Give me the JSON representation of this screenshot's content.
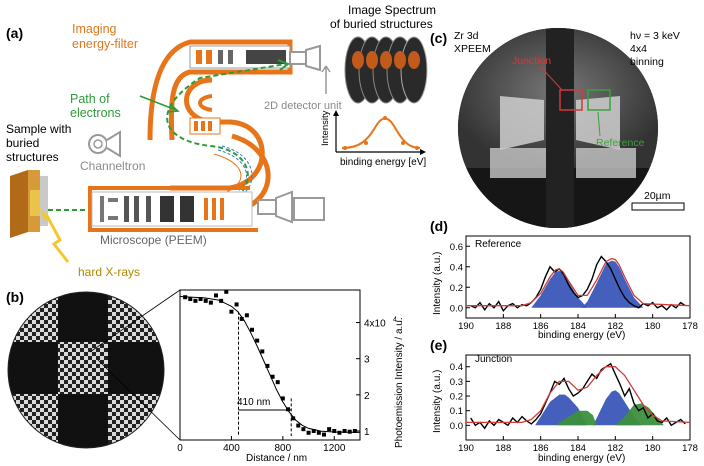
{
  "panel_a": {
    "label": "(a)",
    "imaging_filter": [
      "Imaging",
      "energy-filter"
    ],
    "image_spectrum": [
      "Image Spectrum",
      "of buried structures"
    ],
    "path_electrons": [
      "Path of",
      "electrons"
    ],
    "detector": "2D detector unit",
    "sample": [
      "Sample with",
      "buried",
      "structures"
    ],
    "channeltron": "Channeltron",
    "microscope": "Microscope (PEEM)",
    "xrays": "hard X-rays",
    "inset_ylabel": "Intensity",
    "inset_xlabel": "binding energy [eV]",
    "colors": {
      "analyzer": "#e8741a",
      "electron_path": "#2f9a3a",
      "xray": "#f2c832"
    }
  },
  "panel_b": {
    "label": "(b)",
    "annotation": "410 nm",
    "chart_data": {
      "type": "scatter",
      "xlabel": "Distance / nm",
      "ylabel": "Photoemission Intensity / a.u.",
      "xlim": [
        0,
        1400
      ],
      "ylim": [
        0.75,
        4.9
      ],
      "xticks": [
        "0",
        "400",
        "800",
        "1200"
      ],
      "yticks": [
        "1",
        "2",
        "3",
        "4x10"
      ],
      "ytick_exponent": "4",
      "x": [
        40,
        80,
        120,
        160,
        200,
        240,
        280,
        320,
        360,
        400,
        440,
        480,
        520,
        560,
        600,
        640,
        680,
        720,
        760,
        800,
        840,
        880,
        920,
        960,
        1000,
        1040,
        1080,
        1120,
        1160,
        1200,
        1240,
        1280,
        1320,
        1360
      ],
      "y": [
        4.7,
        4.65,
        4.6,
        4.65,
        4.6,
        4.55,
        4.75,
        4.6,
        4.85,
        4.3,
        4.5,
        4.1,
        4.2,
        3.8,
        3.5,
        3.2,
        2.8,
        2.5,
        2.35,
        1.9,
        1.6,
        1.35,
        1.15,
        1.05,
        0.95,
        1.0,
        0.95,
        0.9,
        1.05,
        1.0,
        0.95,
        1.0,
        0.98,
        1.0
      ],
      "fit_x": [
        0,
        200,
        300,
        400,
        450,
        500,
        550,
        600,
        650,
        700,
        750,
        800,
        850,
        900,
        950,
        1000,
        1100,
        1200,
        1400
      ],
      "fit_y": [
        4.72,
        4.68,
        4.62,
        4.45,
        4.3,
        4.05,
        3.72,
        3.35,
        2.95,
        2.55,
        2.15,
        1.8,
        1.52,
        1.3,
        1.16,
        1.07,
        0.99,
        0.97,
        0.96
      ],
      "bracket": [
        455,
        865
      ]
    }
  },
  "panel_c": {
    "label": "(c)",
    "left": [
      "Zr 3d",
      "XPEEM"
    ],
    "right": [
      "hν = 3 keV",
      "4x4",
      "binning"
    ],
    "junction": "Junction",
    "reference": "Reference",
    "scalebar": "20µm"
  },
  "panel_d": {
    "label": "(d)",
    "chart_data": {
      "type": "line",
      "title": "Reference",
      "xlabel": "binding energy (eV)",
      "ylabel": "Intensity (a.u.)",
      "xlim": [
        190,
        178
      ],
      "ylim": [
        -0.1,
        0.7
      ],
      "xticks": [
        "190",
        "188",
        "186",
        "184",
        "182",
        "180",
        "178"
      ],
      "yticks": [
        "0.0",
        "0.2",
        "0.4",
        "0.6"
      ],
      "series": [
        {
          "x": [
            189.75,
            189.5,
            189.25,
            189,
            188.75,
            188.5,
            188.25,
            188,
            187.75,
            187.5,
            187.25,
            187,
            186.75,
            186.5,
            186.25,
            186,
            185.75,
            185.5,
            185.25,
            185,
            184.75,
            184.5,
            184.25,
            184,
            183.75,
            183.5,
            183.25,
            183,
            182.75,
            182.5,
            182.25,
            182,
            181.75,
            181.5,
            181.25,
            181,
            180.75,
            180.5,
            180.25,
            180,
            179.75,
            179.5,
            179.25,
            179,
            178.75,
            178.5,
            178.25
          ],
          "y": [
            0.02,
            0.0,
            0.05,
            -0.02,
            0.04,
            0.0,
            0.06,
            -0.03,
            0.02,
            0.04,
            0.0,
            0.03,
            0.02,
            0.05,
            0.1,
            0.18,
            0.3,
            0.4,
            0.35,
            0.38,
            0.32,
            0.22,
            0.15,
            0.1,
            0.12,
            0.18,
            0.28,
            0.42,
            0.5,
            0.45,
            0.38,
            0.28,
            0.18,
            0.1,
            0.05,
            0.02,
            0.0,
            0.04,
            0.02,
            0.05,
            0.0,
            0.02,
            -0.02,
            0.03,
            0.0,
            0.05,
            0.02
          ],
          "color": "#000000"
        },
        {
          "x": [
            190,
            187,
            186.5,
            186,
            185.5,
            185.2,
            185,
            184.8,
            184.5,
            184,
            183.5,
            183,
            182.5,
            182.2,
            182,
            181.8,
            181.5,
            181,
            180.5,
            178
          ],
          "y": [
            0.02,
            0.02,
            0.05,
            0.14,
            0.3,
            0.37,
            0.38,
            0.35,
            0.26,
            0.12,
            0.12,
            0.27,
            0.45,
            0.48,
            0.47,
            0.42,
            0.3,
            0.12,
            0.04,
            0.02
          ],
          "color": "#d23a3a"
        }
      ],
      "fills": [
        {
          "x": [
            186.5,
            186,
            185.5,
            185.2,
            185,
            184.8,
            184.5,
            184,
            183.5
          ],
          "y": [
            0,
            0.12,
            0.28,
            0.35,
            0.36,
            0.33,
            0.25,
            0.1,
            0
          ],
          "color": "#3a57b8"
        },
        {
          "x": [
            183.8,
            183.5,
            183,
            182.5,
            182.2,
            182,
            181.8,
            181.5,
            181,
            180.5
          ],
          "y": [
            0,
            0.06,
            0.24,
            0.43,
            0.46,
            0.45,
            0.4,
            0.28,
            0.1,
            0
          ],
          "color": "#3a57b8"
        }
      ]
    }
  },
  "panel_e": {
    "label": "(e)",
    "chart_data": {
      "type": "line",
      "title": "Junction",
      "xlabel": "binding energy (eV)",
      "ylabel": "Intensity (a.u.)",
      "xlim": [
        190,
        178
      ],
      "ylim": [
        -0.1,
        0.48
      ],
      "xticks": [
        "190",
        "188",
        "186",
        "184",
        "182",
        "180",
        "178"
      ],
      "yticks": [
        "0.0",
        "0.1",
        "0.2",
        "0.3",
        "0.4"
      ],
      "series": [
        {
          "x": [
            189.75,
            189.5,
            189.25,
            189,
            188.75,
            188.5,
            188.25,
            188,
            187.75,
            187.5,
            187.25,
            187,
            186.75,
            186.5,
            186.25,
            186,
            185.75,
            185.5,
            185.25,
            185,
            184.75,
            184.5,
            184.25,
            184,
            183.75,
            183.5,
            183.25,
            183,
            182.75,
            182.5,
            182.25,
            182,
            181.75,
            181.5,
            181.25,
            181,
            180.75,
            180.5,
            180.25,
            180,
            179.75,
            179.5,
            179.25,
            179,
            178.75,
            178.5,
            178.25
          ],
          "y": [
            0.05,
            0.0,
            0.02,
            -0.02,
            0.03,
            0.0,
            0.04,
            0.02,
            0.0,
            0.05,
            0.02,
            0.06,
            0.03,
            0.01,
            0.04,
            0.08,
            0.15,
            0.22,
            0.3,
            0.28,
            0.32,
            0.25,
            0.2,
            0.22,
            0.25,
            0.3,
            0.35,
            0.32,
            0.38,
            0.4,
            0.42,
            0.35,
            0.28,
            0.2,
            0.25,
            0.15,
            0.1,
            0.12,
            0.05,
            0.08,
            0.03,
            0.02,
            0.05,
            0.0,
            0.02,
            0.04,
            0.01
          ],
          "color": "#000000"
        },
        {
          "x": [
            190,
            187,
            186.5,
            186,
            185.5,
            185,
            184.5,
            184,
            183.5,
            183,
            182.5,
            182,
            181.5,
            181,
            180.5,
            180,
            179.5,
            178
          ],
          "y": [
            0.02,
            0.02,
            0.04,
            0.1,
            0.22,
            0.3,
            0.3,
            0.24,
            0.26,
            0.34,
            0.4,
            0.4,
            0.34,
            0.24,
            0.14,
            0.07,
            0.03,
            0.02
          ],
          "color": "#d23a3a"
        }
      ],
      "fills": [
        {
          "x": [
            186.3,
            186,
            185.5,
            185,
            184.7,
            184.5,
            184,
            183.5
          ],
          "y": [
            0,
            0.06,
            0.16,
            0.21,
            0.21,
            0.19,
            0.12,
            0
          ],
          "color": "#3a57b8"
        },
        {
          "x": [
            183.2,
            183,
            182.5,
            182.2,
            182,
            181.8,
            181.5,
            181,
            180.6
          ],
          "y": [
            0,
            0.05,
            0.18,
            0.23,
            0.24,
            0.22,
            0.16,
            0.06,
            0
          ],
          "color": "#3a57b8"
        },
        {
          "x": [
            185.2,
            184.5,
            184,
            183.5,
            183.2,
            183
          ],
          "y": [
            0,
            0.06,
            0.1,
            0.1,
            0.07,
            0
          ],
          "color": "#3d8f3d"
        },
        {
          "x": [
            182,
            181.5,
            181,
            180.6,
            180.2,
            179.8,
            179.4
          ],
          "y": [
            0,
            0.06,
            0.14,
            0.15,
            0.12,
            0.06,
            0
          ],
          "color": "#3d8f3d"
        }
      ]
    }
  }
}
